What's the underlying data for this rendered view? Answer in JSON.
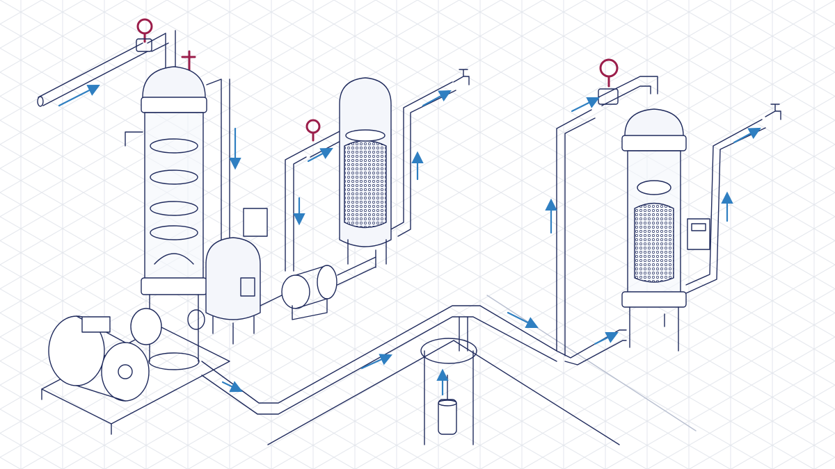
{
  "colors": {
    "background": "#ffffff",
    "grid": "#dfe3ea",
    "line": "#1f2a5c",
    "flow_arrow": "#2f7fc1",
    "valve_handle": "#9b1d4a",
    "glass_fill": "#f4f6fb",
    "media_fill": "#c9cfdc"
  },
  "components": [
    {
      "name": "electric-motor-pump"
    },
    {
      "name": "multi-stage-settling-column"
    },
    {
      "name": "pressure-tank"
    },
    {
      "name": "booster-pump"
    },
    {
      "name": "sand-filter-vessel"
    },
    {
      "name": "carbon-filter-vessel"
    },
    {
      "name": "submersible-well-pump"
    },
    {
      "name": "control-box"
    }
  ],
  "icons": [
    "valve-handle-icon",
    "faucet-icon",
    "flow-arrow-icon"
  ]
}
